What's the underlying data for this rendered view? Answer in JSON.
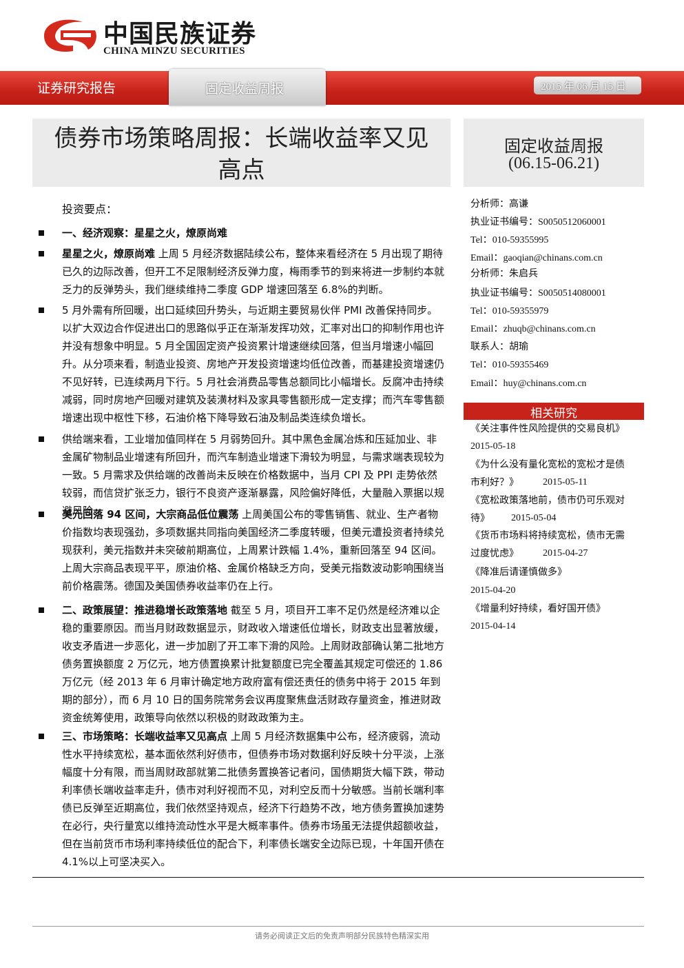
{
  "brand": {
    "name_cn": "中国民族证券",
    "name_en": "CHINA MINZU SECURITIES"
  },
  "header": {
    "report_type": "证券研究报告",
    "tab_label": "固定收益周报",
    "date": "2015 年 06 月 15 日"
  },
  "title": {
    "line1": "债券市场策略周报：长端收益率又见",
    "line2": "高点"
  },
  "side": {
    "title": "固定收益周报",
    "range": "(06.15-06.21)"
  },
  "body": {
    "keypoints_label": "投资要点：",
    "p1_bold": "一、经济观察：星星之火，燎原尚难",
    "p2_bold": "星星之火，燎原尚难",
    "p2_text": " 上周 5 月经济数据陆续公布，整体来看经济在 5 月出现了期待已久的边际改善，但开工不足限制经济反弹力度，梅雨季节的到来将进一步制约本就乏力的反弹势头，我们继续维持二季度 GDP 增速回落至 6.8%的判断。",
    "p3_text": "5 月外需有所回暖，出口延续回升势头，与近期主要贸易伙伴 PMI 改善保持同步。以扩大双边合作促进出口的思路似乎正在渐渐发挥功效，汇率对出口的抑制作用也许并没有想象中明显。5 月全国固定资产投资累计增速继续回落，但当月增速小幅回升。从分项来看，制造业投资、房地产开发投资增速均低位改善，而基建投资增速仍不见好转，已连续两月下行。5 月社会消费品零售总额同比小幅增长。反腐冲击持续减弱，同时房地产回暖对建筑及装潢材料及家具零售额形成一定支撑；而汽车零售额增速出现中枢性下移，石油价格下降导致石油及制品类连续负增长。",
    "p4_text": "供给端来看，工业增加值同样在 5 月弱势回升。其中黑色金属冶炼和压延加业、非金属矿物制品业增速有所回升，而汽车制造业增速下滑较为明显，与需求端表现较为一致。5 月需求及供给端的改善尚未反映在价格数据中，当月 CPI 及 PPI 走势依然较弱，而信贷扩张乏力，银行不良资产逐渐暴露，风险偏好降低，大量融入票据以规避风险。",
    "p5_bold": "美元回落 94 区间，大宗商品低位震荡",
    "p5_text": " 上周美国公布的零售销售、就业、生产者物价指数均表现强劲，多项数据共同指向美国经济二季度转暖，但美元遭投资者持续兑现获利，美元指数并未突破前期高位，上周累计跌幅 1.4%，重新回落至 94 区间。上周大宗商品表现平平，原油价格、金属价格缺乏方向，受美元指数波动影响围绕当前价格震荡。德国及美国债券收益率仍在上行。",
    "p6_bold": "二、政策展望：推进稳增长政策落地",
    "p6_text": "  截至 5 月，项目开工率不足仍然是经济难以企稳的重要原因。而当月财政数据显示，财政收入增速低位增长，财政支出显著放缓，收支矛盾进一步恶化，进一步加剧了开工率下滑的风险。上周财政部确认第二批地方债务置换额度 2 万亿元，地方债置换累计批复额度已完全覆盖其规定可偿还的 1.86 万亿元（经 2013 年 6 月审计确定地方政府富有偿还责任的债务中将于 2015 年到期的部分），而 6 月 10 日的国务院常务会议再度聚焦盘活财政存量资金，推进财政资金统筹使用，政策导向依然以积极的财政政策为主。",
    "p7_bold": "三、市场策略：长端收益率又见高点",
    "p7_text": " 上周 5 月经济数据集中公布，经济疲弱，流动性水平持续宽松，基本面依然利好债市，但债券市场对数据利好反映十分平淡，上涨幅度十分有限，而当周财政部就第二批债务置换答记者问，国债期货大幅下跌，带动利率债长端收益率走升，债市对利好视而不见，对利空反而十分敏感。当前长端利率债已反弹至近期高位，我们依然坚持观点，经济下行趋势不改，地方债务置换加速势在必行，央行量宽以维持流动性水平是大概率事件。债券市场虽无法提供超额收益，但在当前货币市场利率持续低位的配合下，利率债长端安全边际已现，十年国开债在 4.1%以上可坚决买入。"
  },
  "contacts": [
    {
      "label": "分析师：",
      "value": "高谦"
    },
    {
      "label": "执业证书编号：",
      "value": "S0050512060001"
    },
    {
      "label": "Tel：",
      "value": "010-59355995"
    },
    {
      "label": "Email：",
      "value": "gaoqian@chinans.com.cn"
    },
    {
      "label": "分析师：",
      "value": "朱启兵"
    },
    {
      "label": "执业证书编号：",
      "value": "S0050514080001"
    },
    {
      "label": "Tel：",
      "value": "010-59355979"
    },
    {
      "label": "Email：",
      "value": "zhuqb@chinans.com.cn"
    },
    {
      "label": "联系人：",
      "value": "胡瑜"
    },
    {
      "label": "Tel：",
      "value": "010-59355469"
    },
    {
      "label": "Email：",
      "value": "huy@chinans.com.cn"
    }
  ],
  "related": {
    "heading": "相关研究",
    "items": [
      {
        "title": "《关注事件性风险提供的交易良机》",
        "date": "2015-05-18"
      },
      {
        "title_a": "《为什么没有量化宽松的宽松才是债",
        "title_b": "市利好？》",
        "date": "2015-05-11"
      },
      {
        "title_a": "《宽松政策落地前，债市仍可乐观对",
        "title_b": "待》",
        "date": "2015-05-04"
      },
      {
        "title_a": "《货币市场料将持续宽松，债市无需",
        "title_b": "过度忧虑》",
        "date": "2015-04-27"
      },
      {
        "title": "《降准后请谨慎做多》",
        "date": "2015-04-20"
      },
      {
        "title": "《增量利好持续，看好国开债》",
        "date": "2015-04-14"
      }
    ]
  },
  "footer": "请务必阅读正文后的免责声明部分民族特色精深实用",
  "colors": {
    "brand_red": "#c8231a",
    "panel_gray": "#ebebeb"
  }
}
